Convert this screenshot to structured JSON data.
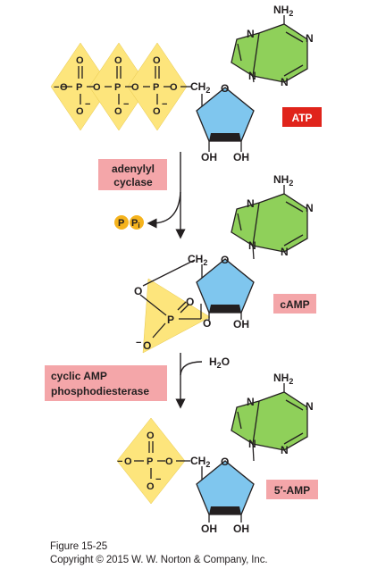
{
  "colors": {
    "phosphate": "#fde57c",
    "phosphate_stroke": "#e6c64a",
    "ribose": "#7fc6ee",
    "adenine": "#8fd05a",
    "enzyme_box": "#f4a6a9",
    "atp_box": "#e0241b",
    "pi_circle": "#f5b31d"
  },
  "atoms": {
    "O": "O",
    "P": "P",
    "N": "N",
    "OH": "OH",
    "CH2": "CH",
    "sub2": "2",
    "NH2": "NH",
    "minus": "−",
    "H2O": "H",
    "H2O_O": "O"
  },
  "labels": {
    "atp": "ATP",
    "camp": "cAMP",
    "amp": "5′-AMP",
    "adenylyl_cyclase_line1": "adenylyl",
    "adenylyl_cyclase_line2": "cyclase",
    "pde_line1": "cyclic AMP",
    "pde_line2": "phosphodiesterase",
    "ppi_p1": "P",
    "ppi_p2": "P",
    "ppi_sub": "i"
  },
  "caption": {
    "figure": "Figure 15-25",
    "copyright": "Copyright © 2015 W. W. Norton & Company, Inc."
  }
}
